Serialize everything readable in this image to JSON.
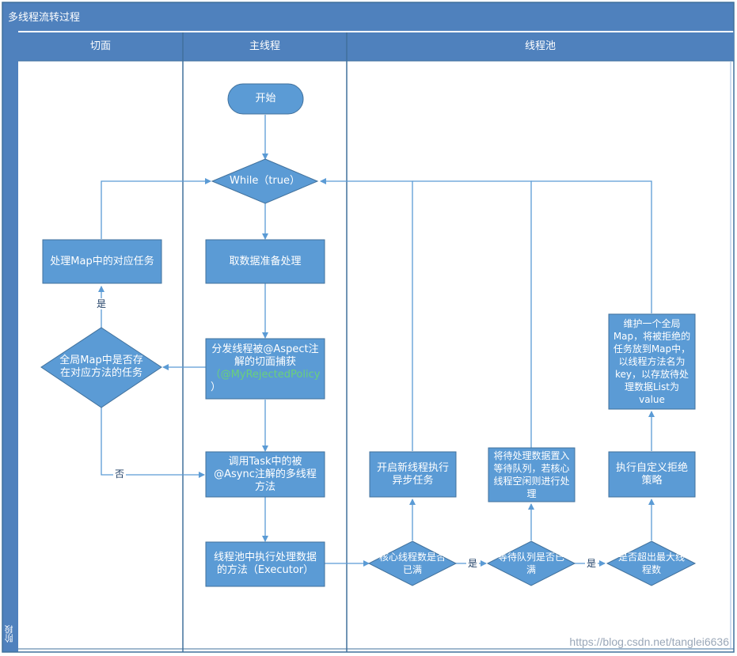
{
  "diagram": {
    "title": "多线程流转过程",
    "phase_label": "阶段",
    "lanes": [
      {
        "label": "切面"
      },
      {
        "label": "主线程"
      },
      {
        "label": "线程池"
      }
    ],
    "nodes": {
      "start": {
        "label": "开始"
      },
      "while": {
        "label": "While（true）"
      },
      "fetch": {
        "label": "取数据准备处理"
      },
      "dispatch": {
        "line1": "分发线程被@Aspect注解的切面捕获",
        "policy": "（@MyRejectedPolicy",
        "close": "）"
      },
      "invoke": {
        "label": "调用Task中的被@Async注解的多线程方法"
      },
      "execute": {
        "label": "线程池中执行处理数据的方法（Executor）"
      },
      "map_check": {
        "label": "全局Map中是否存在对应方法的任务"
      },
      "map_handle": {
        "label": "处理Map中的对应任务"
      },
      "core_full": {
        "label": "核心线程数是否已满"
      },
      "queue_full": {
        "label": "等待队列是否已满"
      },
      "max_exceed": {
        "label": "是否超出最大线程数"
      },
      "new_thread": {
        "label": "开启新线程执行异步任务"
      },
      "enqueue": {
        "label": "将待处理数据置入等待队列，若核心线程空闲则进行处理"
      },
      "reject": {
        "label": "执行自定义拒绝策略"
      },
      "maintain_map": {
        "label": "维护一个全局Map，将被拒绝的任务放到Map中，以线程方法名为key，以存放待处理数据List为value"
      }
    },
    "edge_labels": {
      "yes_map": "是",
      "no_map": "否",
      "yes_core": "是",
      "yes_queue": "是"
    },
    "colors": {
      "frame": "#4f81bd",
      "node": "#5b9bd5",
      "node_border": "#41719c",
      "arrow": "#5b9bd5",
      "text_on_node": "#ffffff"
    },
    "watermark": "https://blog.csdn.net/tanglei6636"
  }
}
